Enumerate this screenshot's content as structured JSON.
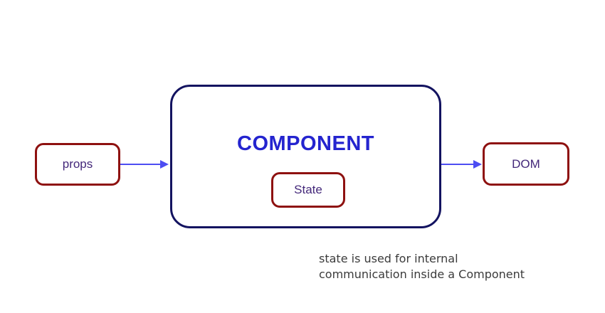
{
  "diagram": {
    "props_label": "props",
    "component_label": "COMPONENT",
    "state_label": "State",
    "dom_label": "DOM",
    "caption_line1": "state is used for internal",
    "caption_line2": "communication inside a Component",
    "arrows": [
      {
        "name": "props-to-component",
        "direction": "right"
      },
      {
        "name": "component-to-dom",
        "direction": "right"
      }
    ]
  },
  "colors": {
    "red-border": "#8e1110",
    "navy-border": "#131360",
    "component-text": "#2424cf",
    "label-text": "#44287a",
    "arrow": "#4d4df2",
    "caption-text": "#3b3b3b",
    "background": "#ffffff"
  }
}
